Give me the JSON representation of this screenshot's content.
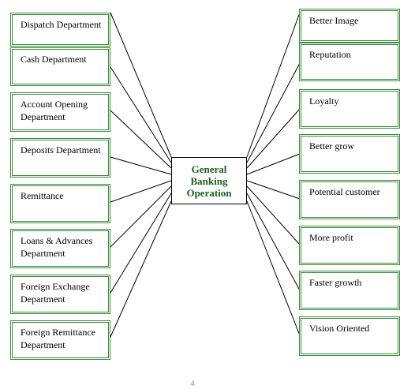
{
  "diagram": {
    "center": {
      "label": "General Banking Operation"
    },
    "left_items": [
      {
        "label": "Dispatch Department"
      },
      {
        "label": "Cash Department"
      },
      {
        "label": "Account Opening Department"
      },
      {
        "label": "Deposits Department"
      },
      {
        "label": "Remittance"
      },
      {
        "label": "Loans & Advances Department"
      },
      {
        "label": "Foreign Exchange Department"
      },
      {
        "label": "Foreign Remittance Department"
      }
    ],
    "right_items": [
      {
        "label": "Better Image"
      },
      {
        "label": "Reputation"
      },
      {
        "label": "Loyalty"
      },
      {
        "label": "Better grow"
      },
      {
        "label": "Potential customer"
      },
      {
        "label": "More profit"
      },
      {
        "label": "Faster growth"
      },
      {
        "label": "Vision Oriented"
      }
    ],
    "colors": {
      "box_border": "#3a8a3a",
      "center_text": "#1f5c1f",
      "connector": "#000000"
    }
  },
  "page": {
    "number": "4"
  }
}
